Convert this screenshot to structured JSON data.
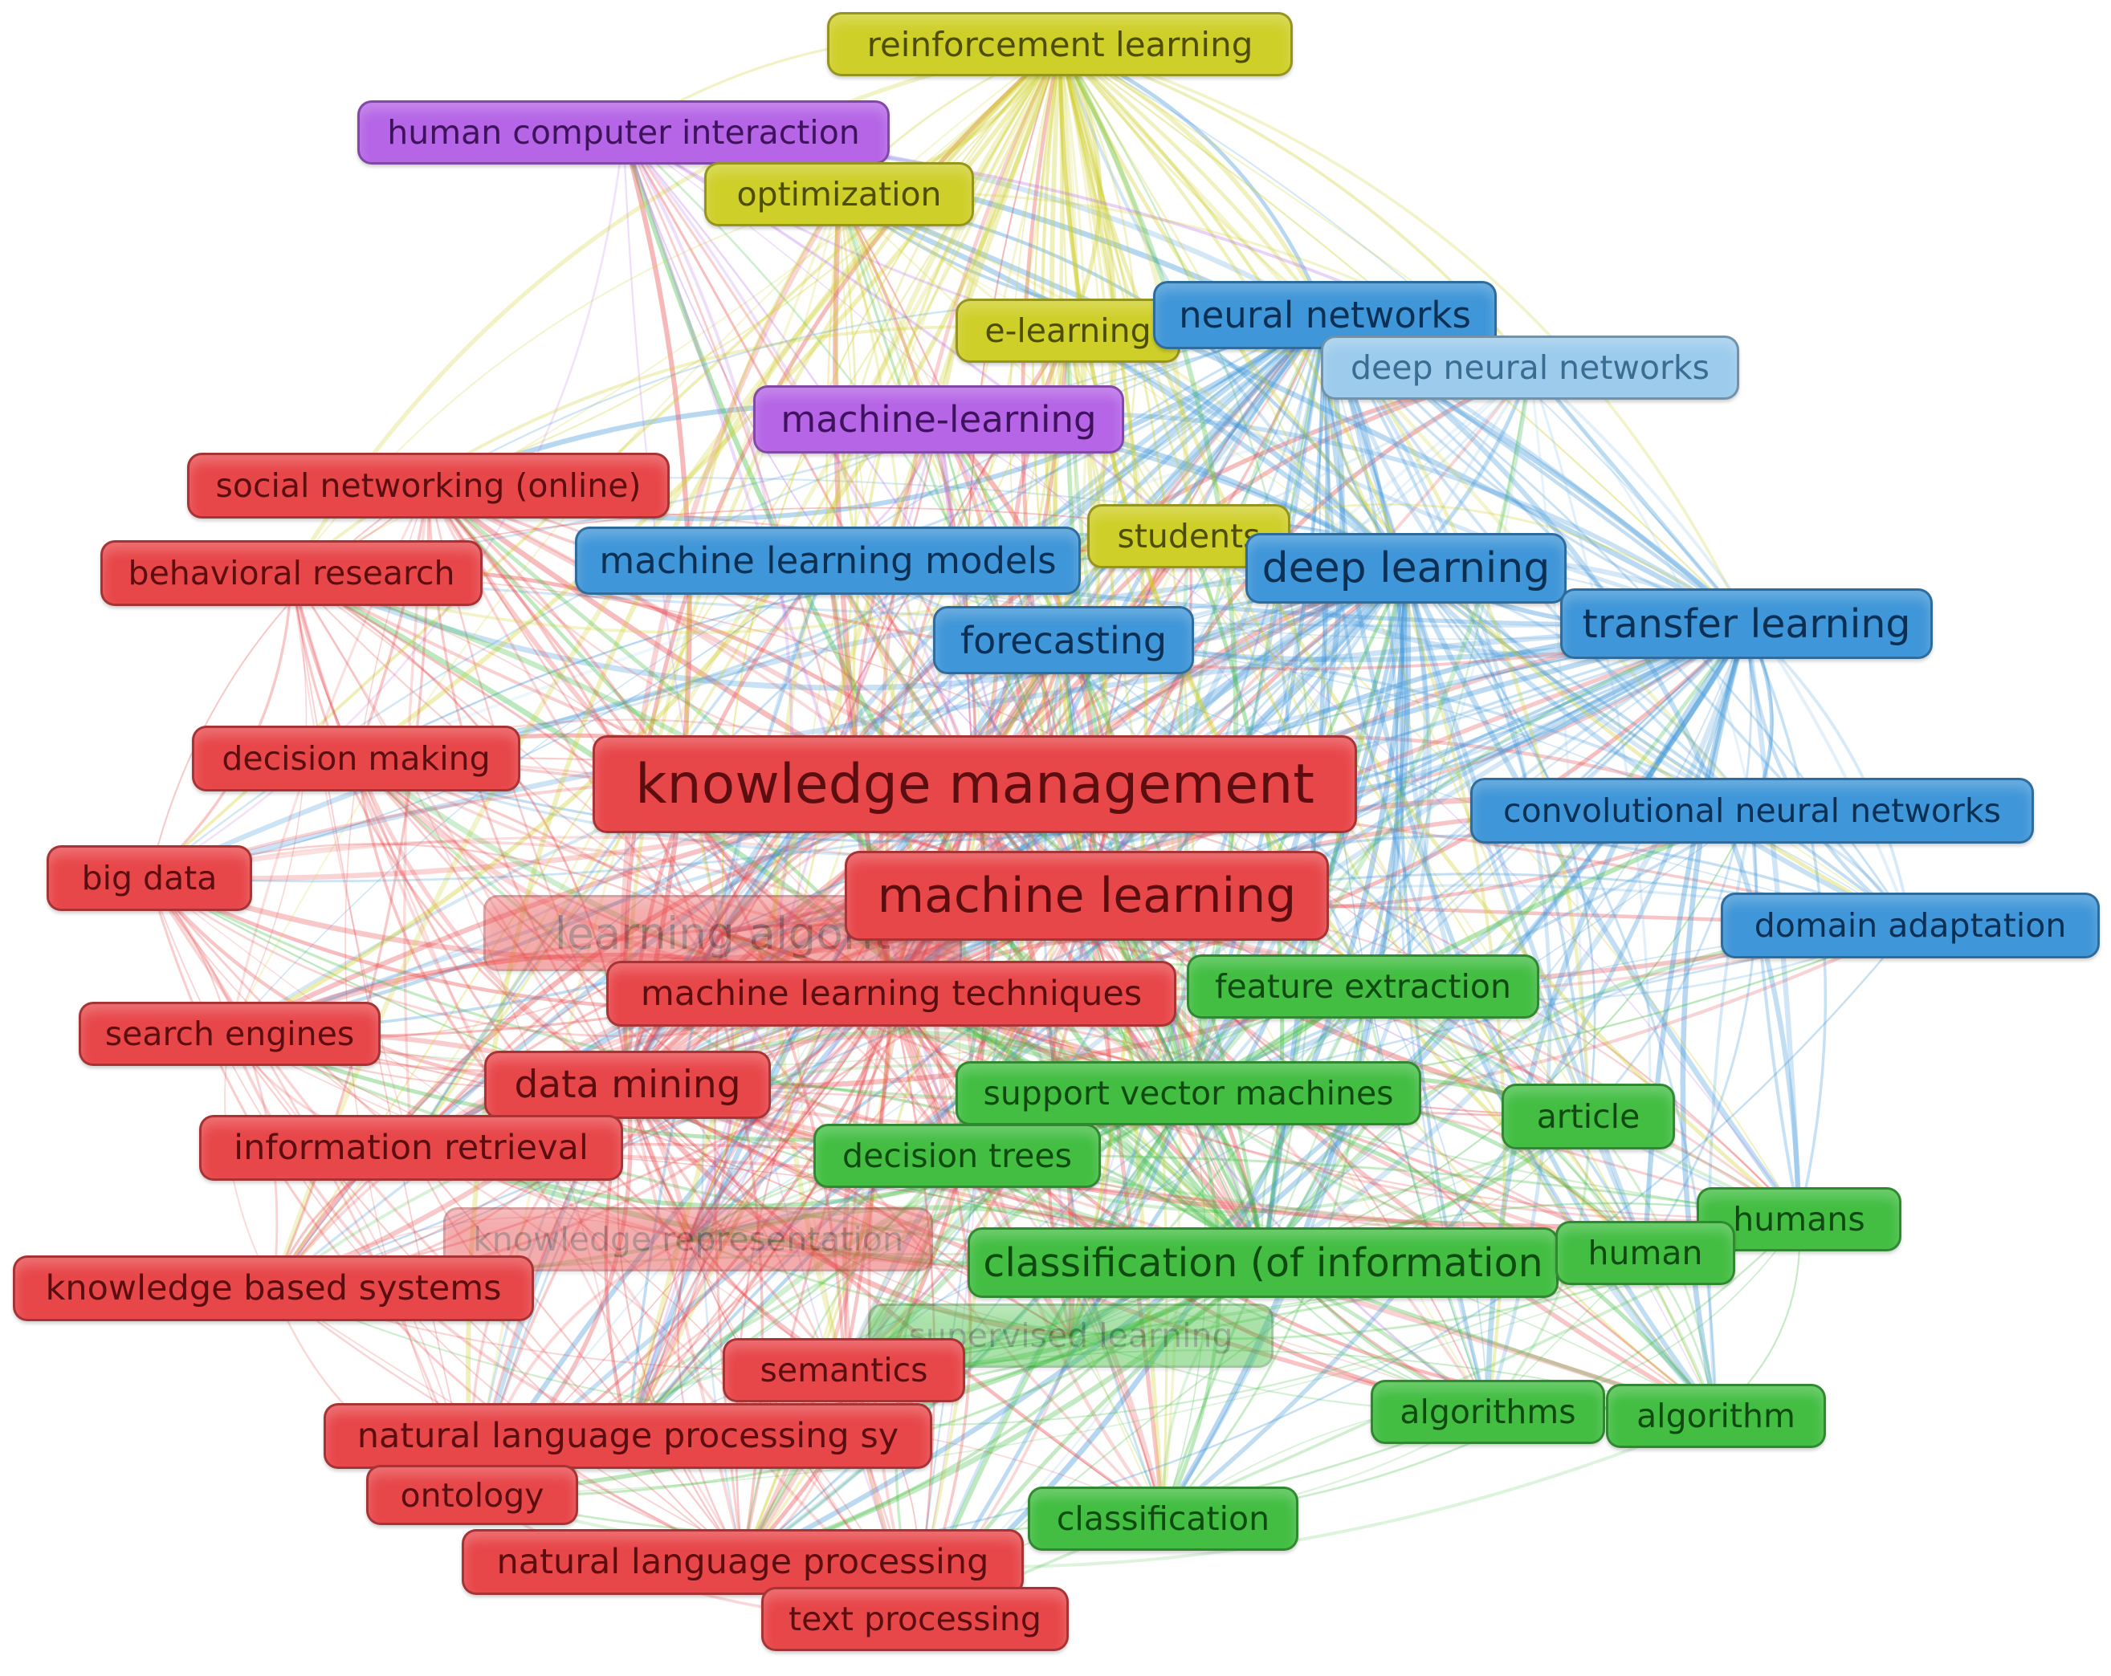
{
  "colors": {
    "red": "#e8474a",
    "green": "#43be43",
    "blue": "#3f96d8",
    "yellow": "#cfcf2a",
    "purple": "#b565e6",
    "lightblue": "#9ccbec"
  },
  "nodes": [
    {
      "id": "reinforcement-learning",
      "label": "reinforcement learning",
      "cluster": "yellow"
    },
    {
      "id": "human-computer-interaction",
      "label": "human computer interaction",
      "cluster": "purple"
    },
    {
      "id": "optimization",
      "label": "optimization",
      "cluster": "yellow"
    },
    {
      "id": "e-learning",
      "label": "e-learning",
      "cluster": "yellow"
    },
    {
      "id": "neural-networks",
      "label": "neural networks",
      "cluster": "blue"
    },
    {
      "id": "deep-neural-networks",
      "label": "deep neural networks",
      "cluster": "lightblue"
    },
    {
      "id": "machine-learning-hyphen",
      "label": "machine-learning",
      "cluster": "purple"
    },
    {
      "id": "social-networking-online",
      "label": "social networking (online)",
      "cluster": "red"
    },
    {
      "id": "students",
      "label": "students",
      "cluster": "yellow"
    },
    {
      "id": "behavioral-research",
      "label": "behavioral research",
      "cluster": "red"
    },
    {
      "id": "machine-learning-models",
      "label": "machine learning models",
      "cluster": "blue"
    },
    {
      "id": "deep-learning",
      "label": "deep learning",
      "cluster": "blue"
    },
    {
      "id": "transfer-learning",
      "label": "transfer learning",
      "cluster": "blue"
    },
    {
      "id": "forecasting",
      "label": "forecasting",
      "cluster": "blue"
    },
    {
      "id": "decision-making",
      "label": "decision making",
      "cluster": "red"
    },
    {
      "id": "knowledge-management",
      "label": "knowledge management",
      "cluster": "red"
    },
    {
      "id": "convolutional-neural-networks",
      "label": "convolutional neural networks",
      "cluster": "blue"
    },
    {
      "id": "big-data",
      "label": "big data",
      "cluster": "red"
    },
    {
      "id": "learning-algorithms",
      "label": "learning algorit",
      "cluster": "red",
      "faded": true
    },
    {
      "id": "machine-learning",
      "label": "machine learning",
      "cluster": "red"
    },
    {
      "id": "domain-adaptation",
      "label": "domain adaptation",
      "cluster": "blue"
    },
    {
      "id": "machine-learning-techniques",
      "label": "machine learning techniques",
      "cluster": "red"
    },
    {
      "id": "feature-extraction",
      "label": "feature extraction",
      "cluster": "green"
    },
    {
      "id": "search-engines",
      "label": "search engines",
      "cluster": "red"
    },
    {
      "id": "data-mining",
      "label": "data mining",
      "cluster": "red"
    },
    {
      "id": "support-vector-machines",
      "label": "support vector machines",
      "cluster": "green"
    },
    {
      "id": "article",
      "label": "article",
      "cluster": "green"
    },
    {
      "id": "information-retrieval",
      "label": "information retrieval",
      "cluster": "red"
    },
    {
      "id": "decision-trees",
      "label": "decision trees",
      "cluster": "green"
    },
    {
      "id": "humans",
      "label": "humans",
      "cluster": "green"
    },
    {
      "id": "knowledge-representation",
      "label": "knowledge representation",
      "cluster": "red",
      "faded": true
    },
    {
      "id": "classification-of-information",
      "label": "classification (of information",
      "cluster": "green"
    },
    {
      "id": "human",
      "label": "human",
      "cluster": "green"
    },
    {
      "id": "knowledge-based-systems",
      "label": "knowledge based systems",
      "cluster": "red"
    },
    {
      "id": "supervised-learning",
      "label": "supervised learning",
      "cluster": "green",
      "faded": true
    },
    {
      "id": "semantics",
      "label": "semantics",
      "cluster": "red"
    },
    {
      "id": "algorithms",
      "label": "algorithms",
      "cluster": "green"
    },
    {
      "id": "algorithm",
      "label": "algorithm",
      "cluster": "green"
    },
    {
      "id": "natural-language-processing-sy",
      "label": "natural language processing sy",
      "cluster": "red"
    },
    {
      "id": "ontology",
      "label": "ontology",
      "cluster": "red"
    },
    {
      "id": "classification",
      "label": "classification",
      "cluster": "green"
    },
    {
      "id": "natural-language-processing",
      "label": "natural language processing",
      "cluster": "red"
    },
    {
      "id": "text-processing",
      "label": "text processing",
      "cluster": "red"
    }
  ]
}
